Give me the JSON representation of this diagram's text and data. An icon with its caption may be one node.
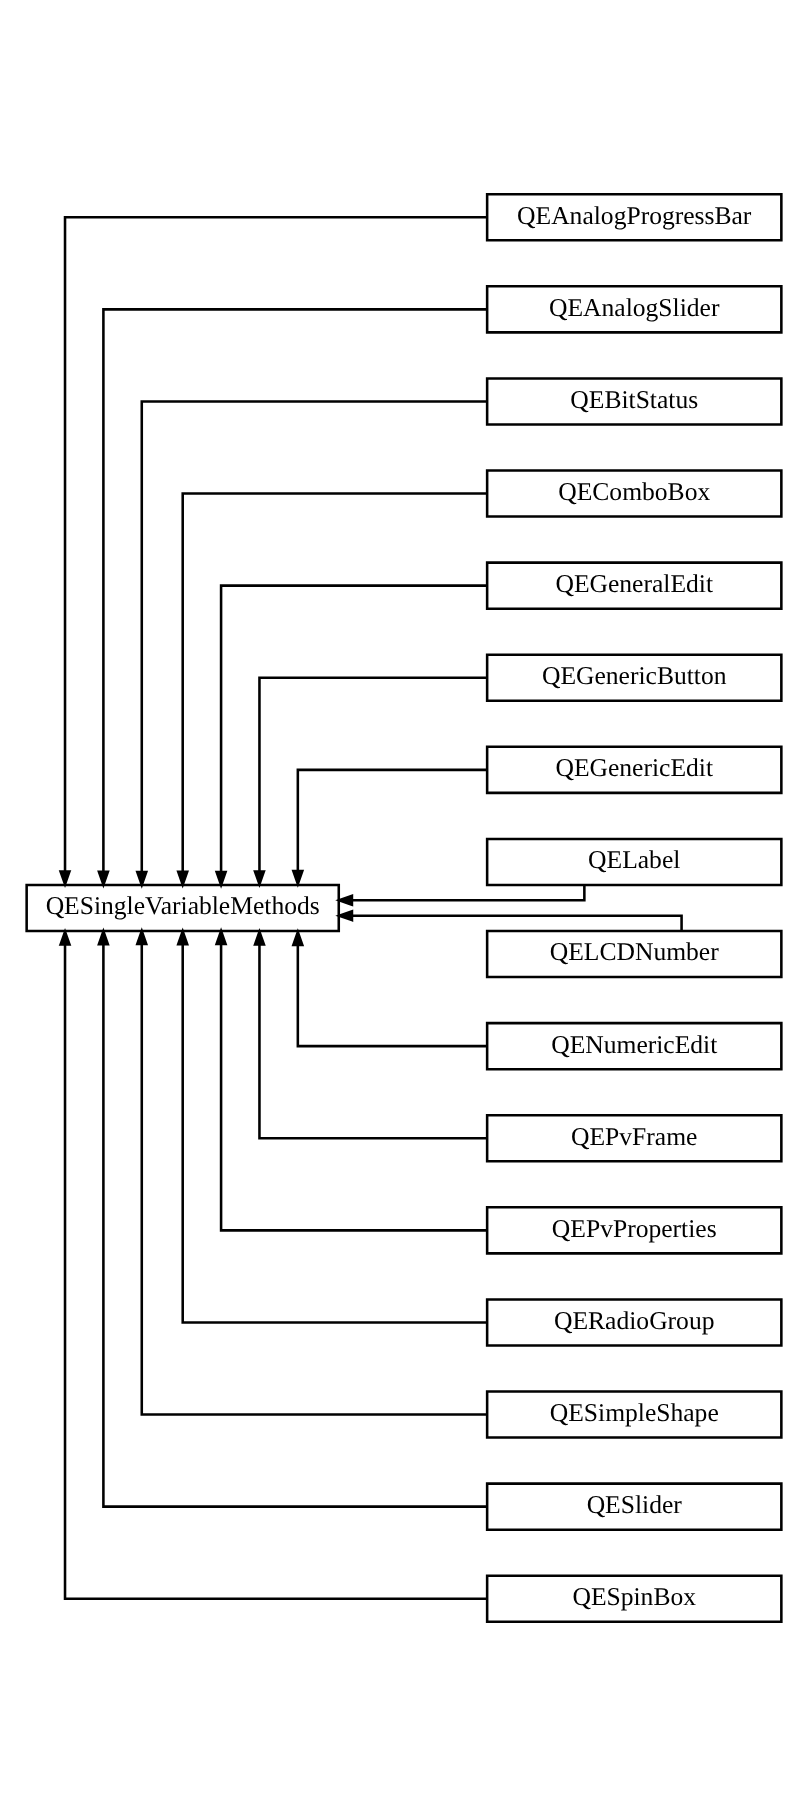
{
  "diagram": {
    "nodes": [
      {
        "text": [
          "QESingleVariableMethods"
        ]
      },
      {
        "text": [
          "QEAnalogProgressBar"
        ]
      },
      {
        "text": [
          "QEAnalogSlider"
        ]
      },
      {
        "text": [
          "QEBitStatus"
        ]
      },
      {
        "text": [
          "QEComboBox"
        ]
      },
      {
        "text": [
          "QEGeneralEdit"
        ]
      },
      {
        "text": [
          "QEGenericButton"
        ]
      },
      {
        "text": [
          "QEGenericEdit"
        ]
      },
      {
        "text": [
          "QELabel"
        ]
      },
      {
        "text": [
          "QELCDNumber"
        ]
      },
      {
        "text": [
          "QENumericEdit"
        ]
      },
      {
        "text": [
          "QEPvFrame"
        ]
      },
      {
        "text": [
          "QEPvProperties"
        ]
      },
      {
        "text": [
          "QERadioGroup"
        ]
      },
      {
        "text": [
          "QESimpleShape"
        ]
      },
      {
        "text": [
          "QESlider"
        ]
      },
      {
        "text": [
          "QESpinBox"
        ]
      }
    ],
    "edges": [
      {
        "from": 1,
        "to": 0,
        "arrow": "to"
      },
      {
        "from": 2,
        "to": 0,
        "arrow": "to"
      },
      {
        "from": 3,
        "to": 0,
        "arrow": "to"
      },
      {
        "from": 4,
        "to": 0,
        "arrow": "to"
      },
      {
        "from": 5,
        "to": 0,
        "arrow": "to"
      },
      {
        "from": 6,
        "to": 0,
        "arrow": "to"
      },
      {
        "from": 7,
        "to": 0,
        "arrow": "to"
      },
      {
        "from": 8,
        "to": 0,
        "arrow": "to"
      },
      {
        "from": 9,
        "to": 0,
        "arrow": "to"
      },
      {
        "from": 10,
        "to": 0,
        "arrow": "to"
      },
      {
        "from": 11,
        "to": 0,
        "arrow": "to"
      },
      {
        "from": 12,
        "to": 0,
        "arrow": "to"
      },
      {
        "from": 13,
        "to": 0,
        "arrow": "to"
      },
      {
        "from": 14,
        "to": 0,
        "arrow": "to"
      },
      {
        "from": 15,
        "to": 0,
        "arrow": "to"
      },
      {
        "from": 16,
        "to": 0,
        "arrow": "to"
      }
    ]
  }
}
